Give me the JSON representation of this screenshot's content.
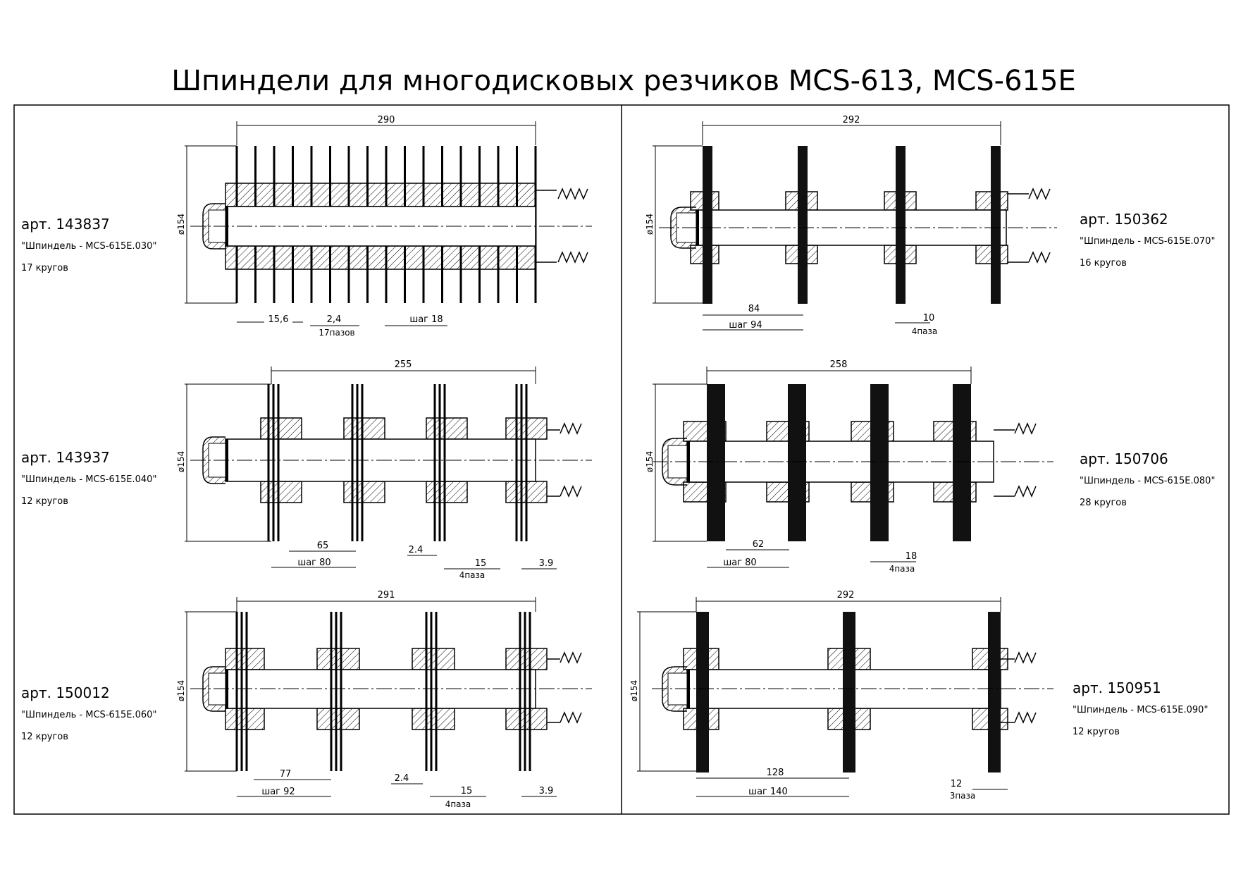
{
  "title": "Шпиндели для многодисковых резчиков MCS-613, MCS-615E",
  "diameter_label": "ø154",
  "spindles": [
    {
      "art": "арт. 143837",
      "name": "\"Шпиндель - MCS-615E.030\"",
      "knives": "17 кругов",
      "length": "290",
      "dims": [
        "15,6",
        "2,4",
        "шаг 18"
      ],
      "grooves": "17пазов"
    },
    {
      "art": "арт. 150362",
      "name": "\"Шпиндель - MCS-615E.070\"",
      "knives": "16 кругов",
      "length": "292",
      "dims": [
        "84",
        "шаг 94",
        "10"
      ],
      "grooves": "4паза"
    },
    {
      "art": "арт. 143937",
      "name": "\"Шпиндель - MCS-615E.040\"",
      "knives": "12 кругов",
      "length": "255",
      "dims": [
        "65",
        "шаг 80",
        "2.4",
        "15",
        "3.9"
      ],
      "grooves": "4паза"
    },
    {
      "art": "арт. 150706",
      "name": "\"Шпиндель - MCS-615E.080\"",
      "knives": "28 кругов",
      "length": "258",
      "dims": [
        "62",
        "шаг 80",
        "18"
      ],
      "grooves": "4паза"
    },
    {
      "art": "арт. 150012",
      "name": "\"Шпиндель - MCS-615E.060\"",
      "knives": "12 кругов",
      "length": "291",
      "dims": [
        "77",
        "шаг 92",
        "2.4",
        "15",
        "3.9"
      ],
      "grooves": "4паза"
    },
    {
      "art": "арт. 150951",
      "name": "\"Шпиндель - MCS-615E.090\"",
      "knives": "12 кругов",
      "length": "292",
      "dims": [
        "128",
        "шаг 140",
        "12"
      ],
      "grooves": "3паза"
    }
  ]
}
